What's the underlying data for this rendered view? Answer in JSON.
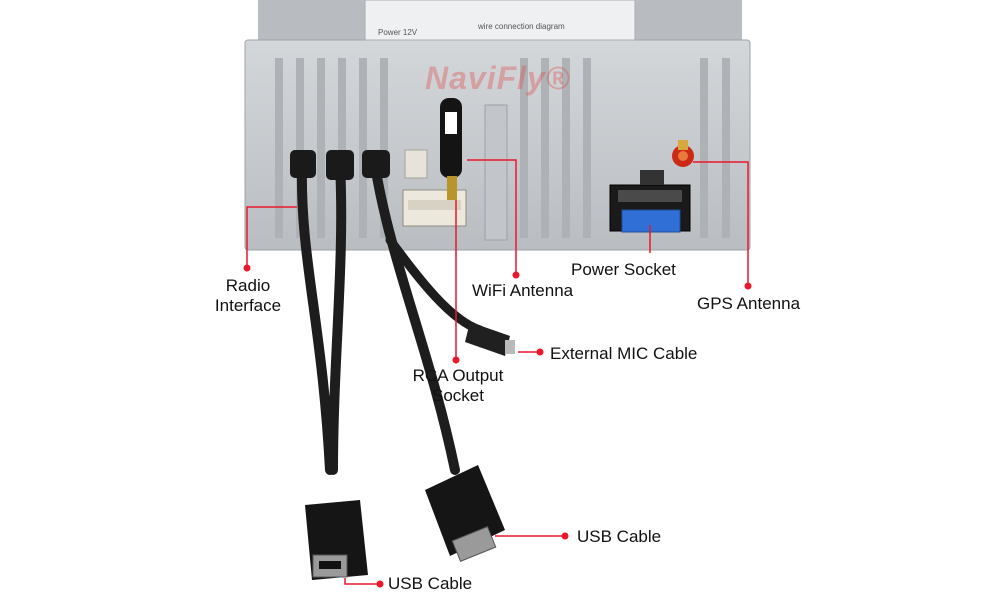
{
  "brand": {
    "watermark": "NaviFly®"
  },
  "sticker": {
    "heading": "wire connection diagram",
    "power": "Power 12V"
  },
  "labels": {
    "radio_interface_line1": "Radio",
    "radio_interface_line2": "Interface",
    "wifi_antenna": "WiFi Antenna",
    "power_socket": "Power Socket",
    "gps_antenna": "GPS Antenna",
    "external_mic_cable": "External MIC Cable",
    "rca_output_line1": "RCA Output",
    "rca_output_line2": "Socket",
    "usb_cable_right": "USB Cable",
    "usb_cable_bottom": "USB Cable"
  },
  "colors": {
    "callout_red": "#e8192c",
    "chassis": "#c9cdd0",
    "cable": "#1d1d1d",
    "connector_blue": "#2f6fd6"
  }
}
